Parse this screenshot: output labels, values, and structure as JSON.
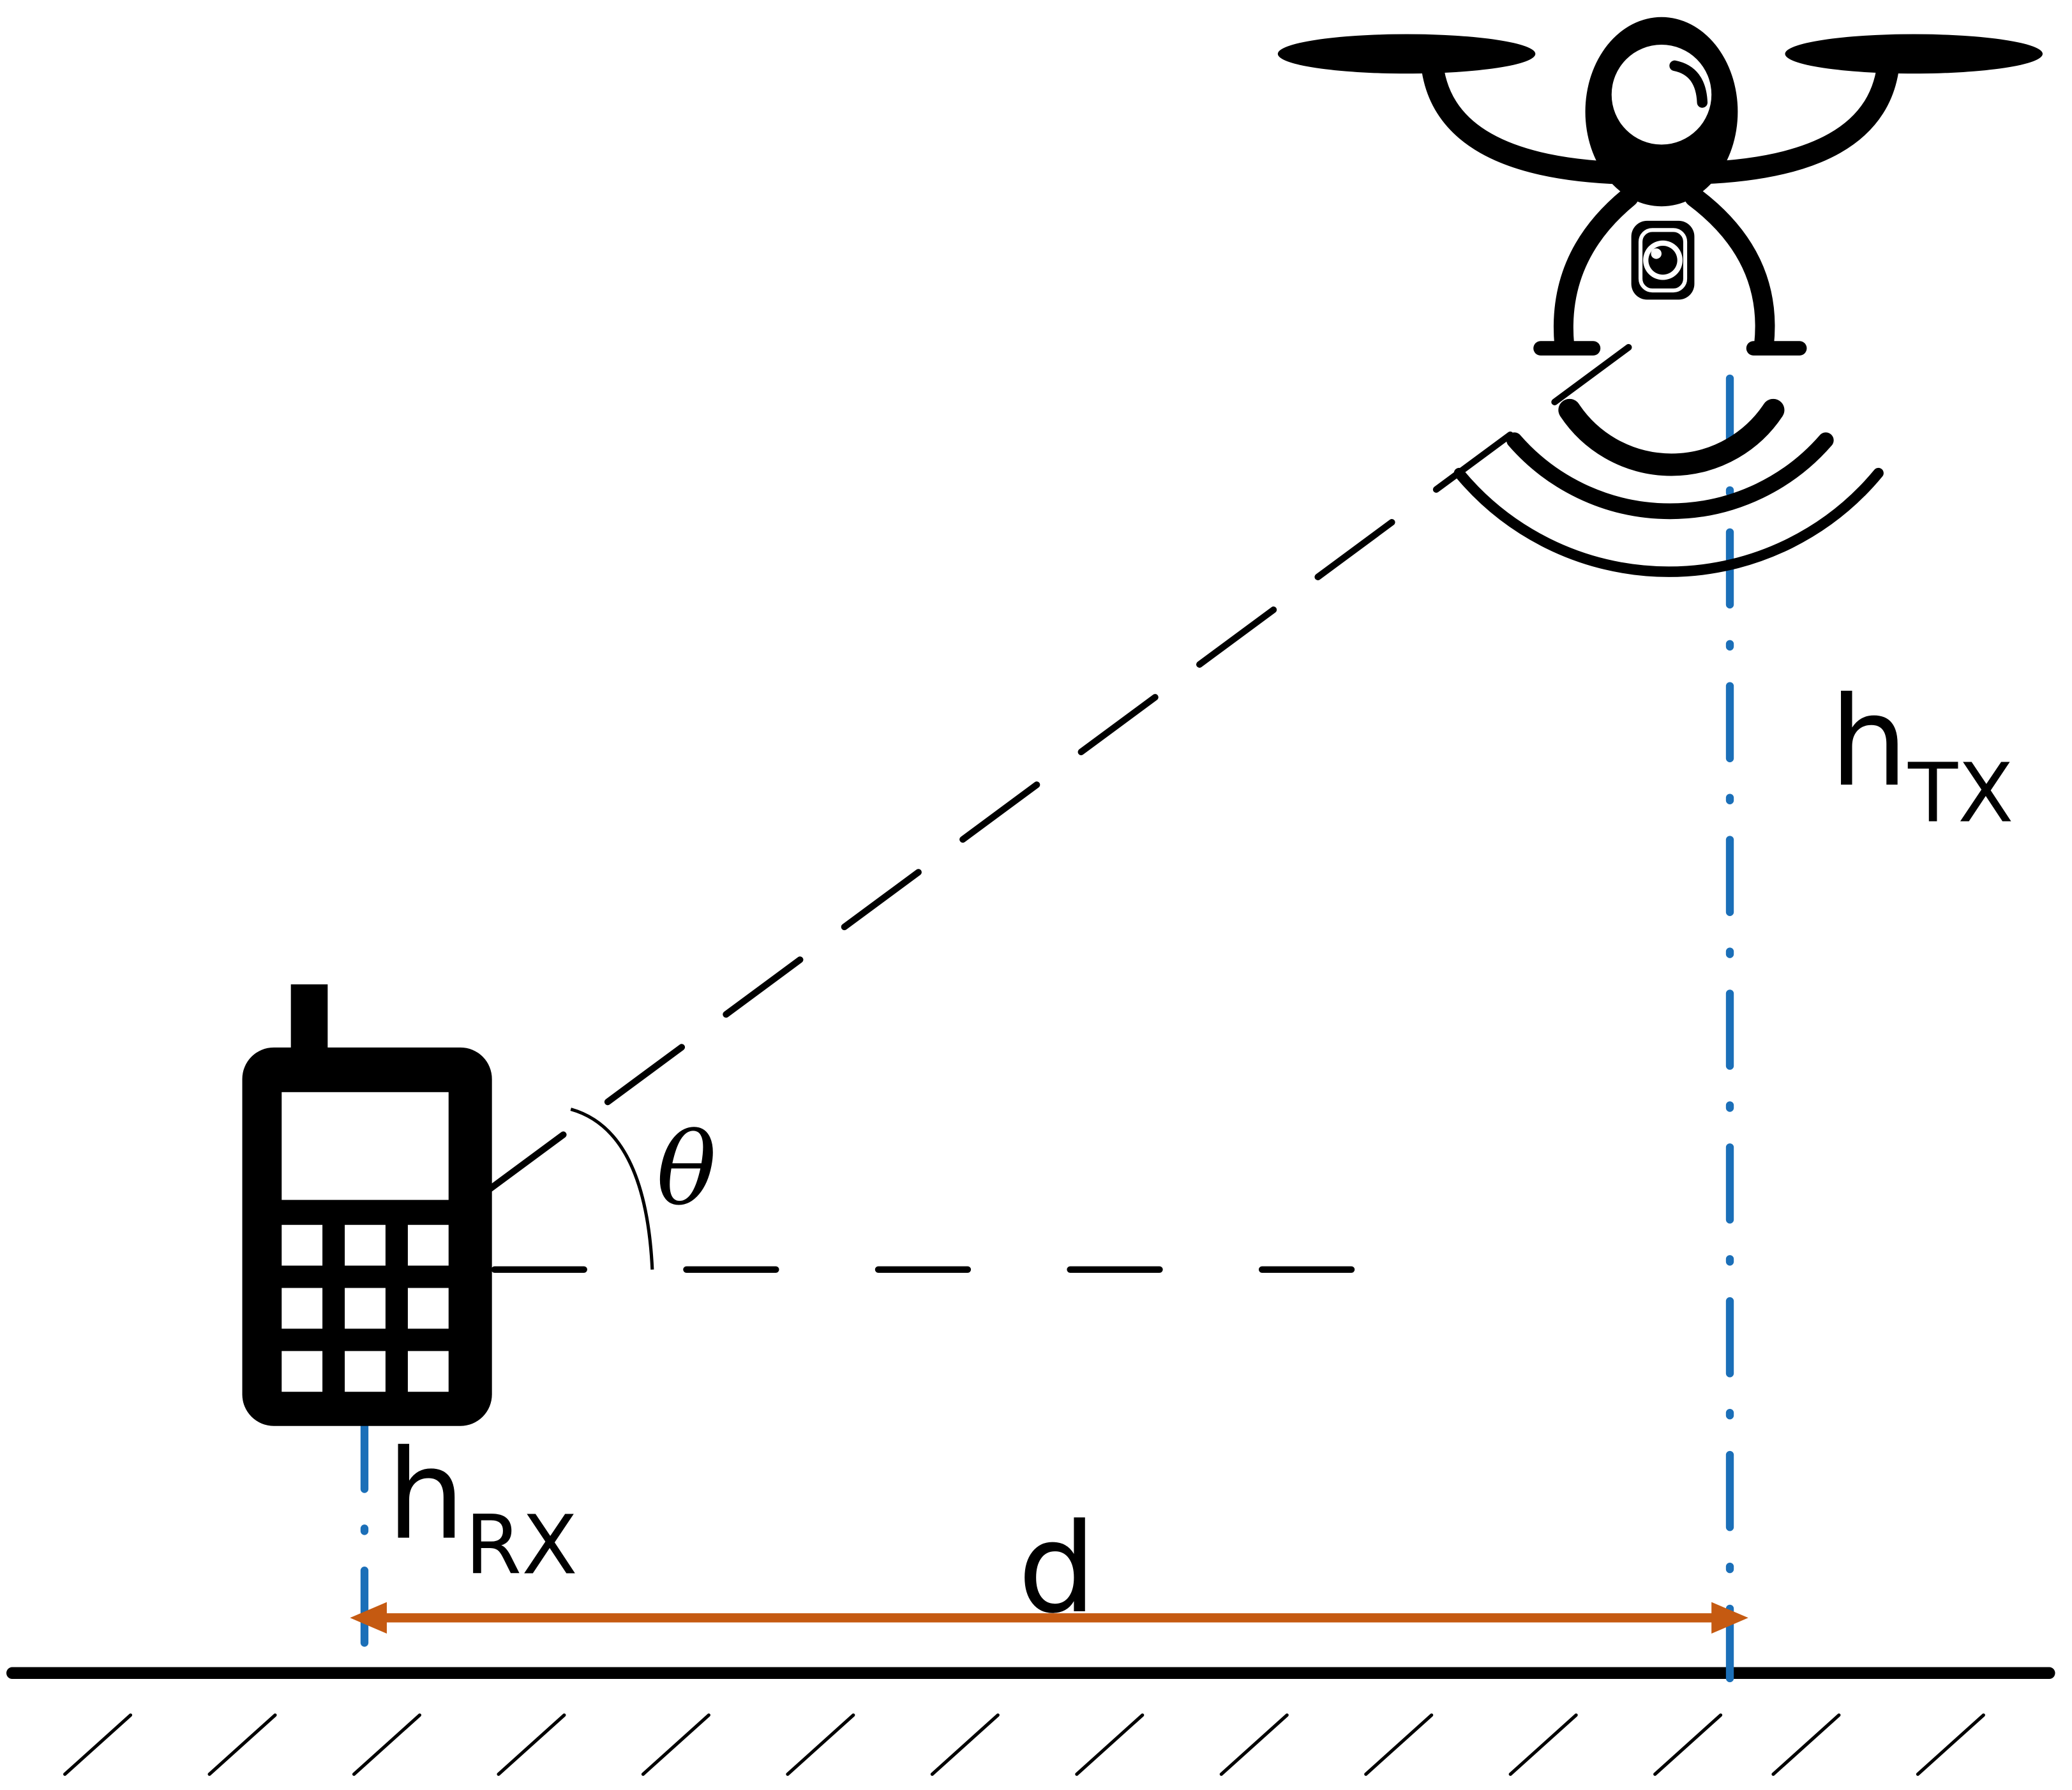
{
  "labels": {
    "transmitter_height": {
      "main": "h",
      "sub": "TX"
    },
    "receiver_height": {
      "main": "h",
      "sub": "RX"
    },
    "distance": "d",
    "elevation_angle": "θ"
  },
  "colors": {
    "stroke": "#000000",
    "height_guide": "#1b6fb8",
    "distance_arrow": "#c55a11",
    "background": "#ffffff"
  },
  "icons": {
    "transmitter": "drone-icon",
    "receiver": "mobile-phone-icon",
    "signal": "signal-waves-icon"
  }
}
